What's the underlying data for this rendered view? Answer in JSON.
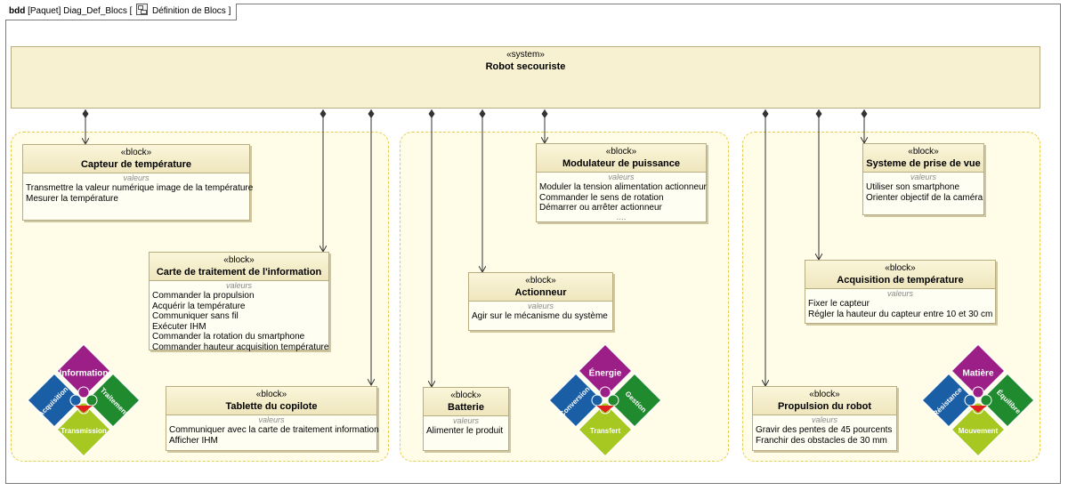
{
  "header": {
    "type": "bdd",
    "path": "[Paquet] Diag_Def_Blocs [",
    "subtitle": "Définition de Blocs ]"
  },
  "system": {
    "stereotype": "«system»",
    "name": "Robot secouriste"
  },
  "blocks": {
    "capteur": {
      "stereotype": "«block»",
      "name": "Capteur de température",
      "compartment": "valeurs",
      "values": [
        "Transmettre la valeur numérique image de la température",
        "Mesurer la température"
      ]
    },
    "carte": {
      "stereotype": "«block»",
      "name": "Carte de traitement de l'information",
      "compartment": "valeurs",
      "values": [
        "Commander la propulsion",
        "Acquérir la température",
        "Communiquer sans fil",
        "Exécuter IHM",
        "Commander la rotation du smartphone",
        "Commander hauteur acquisition température"
      ]
    },
    "tablette": {
      "stereotype": "«block»",
      "name": "Tablette du copilote",
      "compartment": "valeurs",
      "values": [
        "Communiquer avec la carte de traitement information",
        "Afficher IHM"
      ]
    },
    "modulateur": {
      "stereotype": "«block»",
      "name": "Modulateur de puissance",
      "compartment": "valeurs",
      "values": [
        "Moduler la tension alimentation actionneur",
        "Commander le sens de rotation",
        "Démarrer ou arrêter actionneur"
      ],
      "ellipsis": "...."
    },
    "actionneur": {
      "stereotype": "«block»",
      "name": "Actionneur",
      "compartment": "valeurs",
      "values": [
        "Agir sur  le mécanisme du système"
      ]
    },
    "batterie": {
      "stereotype": "«block»",
      "name": "Batterie",
      "compartment": "valeurs",
      "values": [
        "Alimenter le produit"
      ]
    },
    "vue": {
      "stereotype": "«block»",
      "name": "Systeme de prise de vue",
      "compartment": "valeurs",
      "values": [
        "Utiliser son smartphone",
        "Orienter objectif de la caméra"
      ]
    },
    "acquisition": {
      "stereotype": "«block»",
      "name": "Acquisition de température",
      "compartment": "valeurs",
      "values": [
        "Fixer le capteur",
        "Régler la hauteur du capteur entre 10 et 30 cm"
      ]
    },
    "propulsion": {
      "stereotype": "«block»",
      "name": "Propulsion du robot",
      "compartment": "valeurs",
      "values": [
        "Gravir des pentes de 45 pourcents",
        "Franchir des obstacles de 30 mm"
      ]
    }
  },
  "puzzles": {
    "information": {
      "top": "Information",
      "left": "Acquisition",
      "right": "Traitement",
      "bottom": "Transmission",
      "colors": [
        "#9b1f87",
        "#1a5fa5",
        "#1f8a2e",
        "#a6c820"
      ]
    },
    "energie": {
      "top": "Énergie",
      "left": "Conversion",
      "right": "Gestion",
      "bottom": "Transfert",
      "colors": [
        "#9b1f87",
        "#1a5fa5",
        "#1f8a2e",
        "#a6c820"
      ]
    },
    "matiere": {
      "top": "Matière",
      "left": "Résistance",
      "right": "Équilibre",
      "bottom": "Mouvement",
      "colors": [
        "#9b1f87",
        "#1a5fa5",
        "#1f8a2e",
        "#a6c820"
      ]
    }
  },
  "colors": {
    "group_border": "#e6cc4a",
    "group_fill": "#fffde8",
    "block_fill": "#fffef3",
    "system_fill": "#f7f1d2"
  }
}
